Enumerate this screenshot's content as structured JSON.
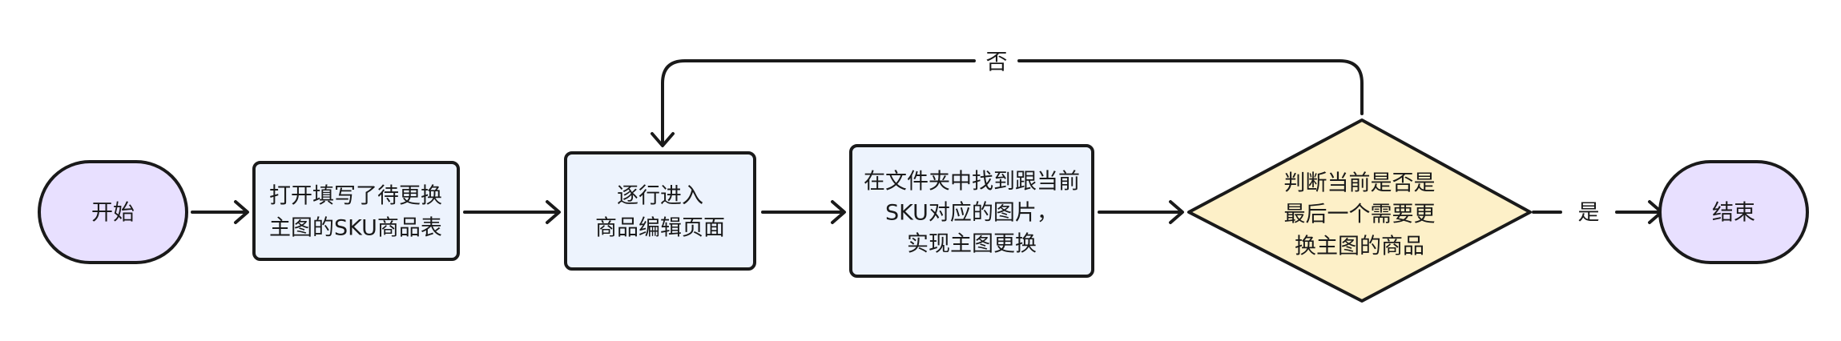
{
  "nodes": {
    "start": {
      "lines": [
        "开始"
      ]
    },
    "open_table": {
      "lines": [
        "打开填写了待更换",
        "主图的SKU商品表"
      ]
    },
    "enter_page": {
      "lines": [
        "逐行进入",
        "商品编辑页面"
      ]
    },
    "find_image": {
      "lines": [
        "在文件夹中找到跟当前",
        "SKU对应的图片，",
        "实现主图更换"
      ]
    },
    "decision": {
      "lines": [
        "判断当前是否是",
        "最后一个需要更",
        "换主图的商品"
      ]
    },
    "end": {
      "lines": [
        "结束"
      ]
    }
  },
  "edges": {
    "no_label": "否",
    "yes_label": "是"
  },
  "colors": {
    "terminal_fill": "#e8e0ff",
    "process_fill": "#edf3fd",
    "decision_fill": "#fdf0c8",
    "stroke": "#1a1a1a"
  }
}
